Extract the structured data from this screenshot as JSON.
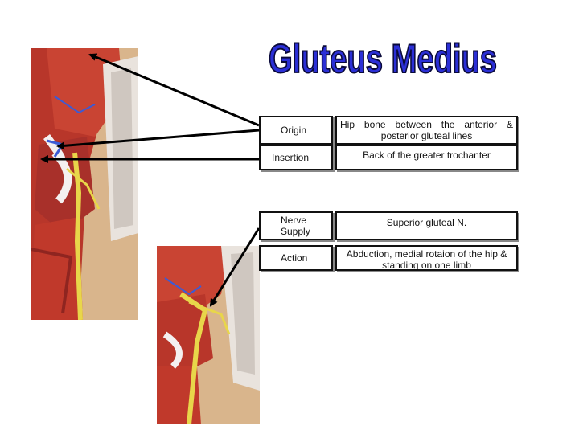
{
  "title": "Gluteus Medius",
  "rows": [
    {
      "label": "Origin",
      "value": "Hip bone between the anterior & posterior gluteal lines"
    },
    {
      "label": "Insertion",
      "value": "Back of the greater trochanter"
    },
    {
      "label": "Nerve Supply",
      "value": "Superior gluteal N."
    },
    {
      "label": "Action",
      "value": "Abduction, medial rotaion of the hip & standing on one limb"
    }
  ],
  "colors": {
    "title_fill": "#2b2fd6",
    "title_outline": "#0a0a3a",
    "muscle": "#c23b2c",
    "nerve": "#e8d64a"
  }
}
